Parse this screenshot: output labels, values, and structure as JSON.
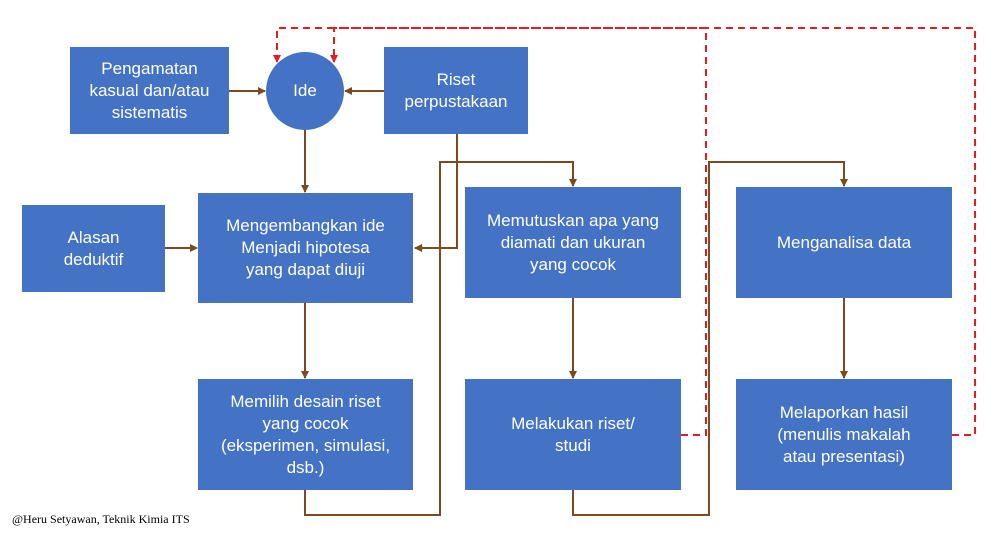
{
  "colors": {
    "box": "#4472C4",
    "arrow": "#7B4A1E",
    "feedback": "#E02020"
  },
  "nodes": {
    "pengamatan": "Pengamatan\nkasual dan/atau\nsistematis",
    "ide": "Ide",
    "riset_pustaka": "Riset\nperpustakaan",
    "alasan": "Alasan\ndeduktif",
    "mengembangkan": "Mengembangkan ide\nMenjadi hipotesa\nyang dapat diuji",
    "memilih": "Memilih desain riset\nyang cocok\n(eksperimen, simulasi,\ndsb.)",
    "memutuskan": "Memutuskan apa yang\ndiamati dan ukuran\nyang cocok",
    "melakukan": "Melakukan riset/\nstudi",
    "menganalisa": "Menganalisa data",
    "melaporkan": "Melaporkan hasil\n(menulis makalah\natau presentasi)"
  },
  "credit": "@Heru Setyawan, Teknik Kimia ITS"
}
